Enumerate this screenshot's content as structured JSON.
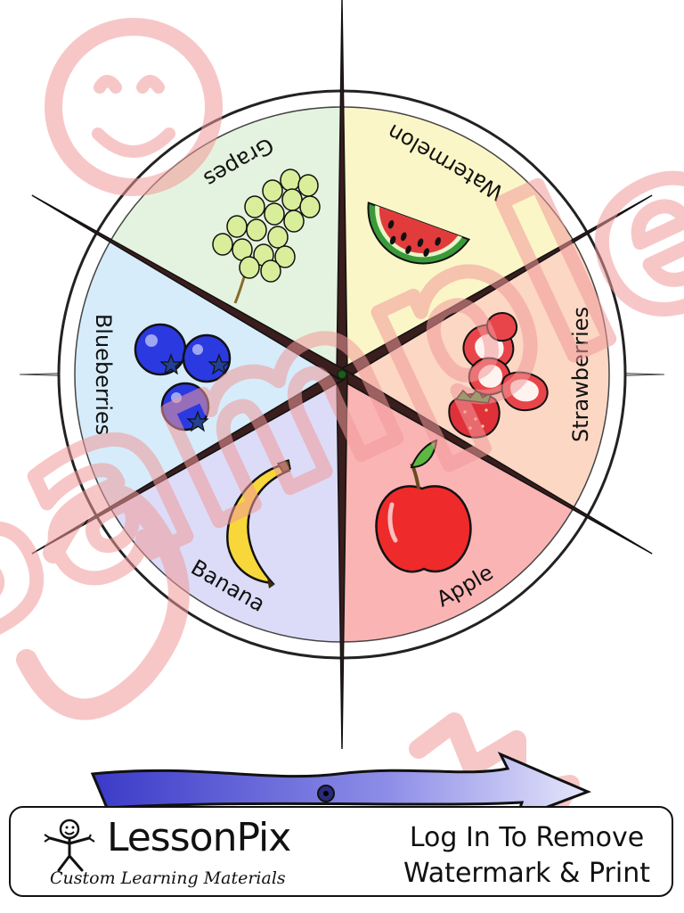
{
  "spinner": {
    "sections": [
      {
        "label": "Watermelon",
        "color": "#fbf6c8",
        "icon": "watermelon-icon"
      },
      {
        "label": "Strawberries",
        "color": "#fcd7c4",
        "icon": "strawberries-icon"
      },
      {
        "label": "Apple",
        "color": "#fbb4b4",
        "icon": "apple-icon"
      },
      {
        "label": "Banana",
        "color": "#dcdcf8",
        "icon": "banana-icon"
      },
      {
        "label": "Blueberries",
        "color": "#d6ecfb",
        "icon": "blueberries-icon"
      },
      {
        "label": "Grapes",
        "color": "#e4f3df",
        "icon": "grapes-icon"
      }
    ],
    "arrow_color": "#4a4ad0"
  },
  "footer": {
    "logo_title": "LessonPix",
    "logo_tagline": "Custom Learning Materials",
    "notice_line1": "Log In To Remove",
    "notice_line2": "Watermark & Print"
  },
  "watermark": {
    "text": "Sample",
    "color": "#f19a9a"
  }
}
